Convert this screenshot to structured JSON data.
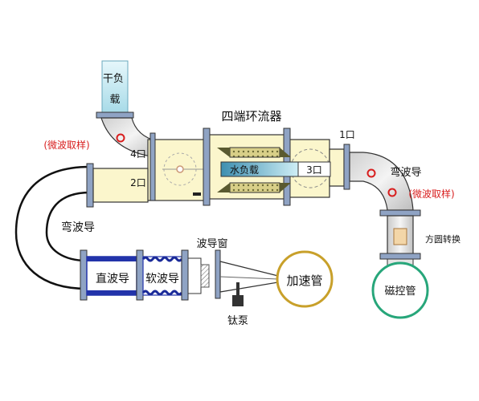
{
  "labels": {
    "dry_load": "干负载",
    "circulator": "四端环流器",
    "port1": "1口",
    "port2": "2口",
    "port3": "3口",
    "port4": "4口",
    "water_load": "水负载",
    "bend_waveguide_top": "弯波导",
    "bend_waveguide_left": "弯波导",
    "microwave_sampling_left": "(微波取样)",
    "microwave_sampling_right": "(微波取样)",
    "square_round_transition": "方圆转换",
    "magnetron": "磁控管",
    "straight_waveguide": "直波导",
    "soft_waveguide": "软波导",
    "waveguide_window": "波导窗",
    "accelerator_tube": "加速管",
    "titanium_pump": "钛泵"
  },
  "colors": {
    "waveguide_fill": "#fbf6cc",
    "pipe_outline": "#333333",
    "flange_fill": "#8fa3c4",
    "dry_load_fill": "#b9e4ef",
    "water_load_fill": "#6dc0d8",
    "ferrite_fill": "#d8cf88",
    "magnetron_ring": "#27a67a",
    "accelerator_ring": "#c8a02a",
    "annotation_red": "#d81e1e",
    "blue_band": "#2233aa"
  }
}
